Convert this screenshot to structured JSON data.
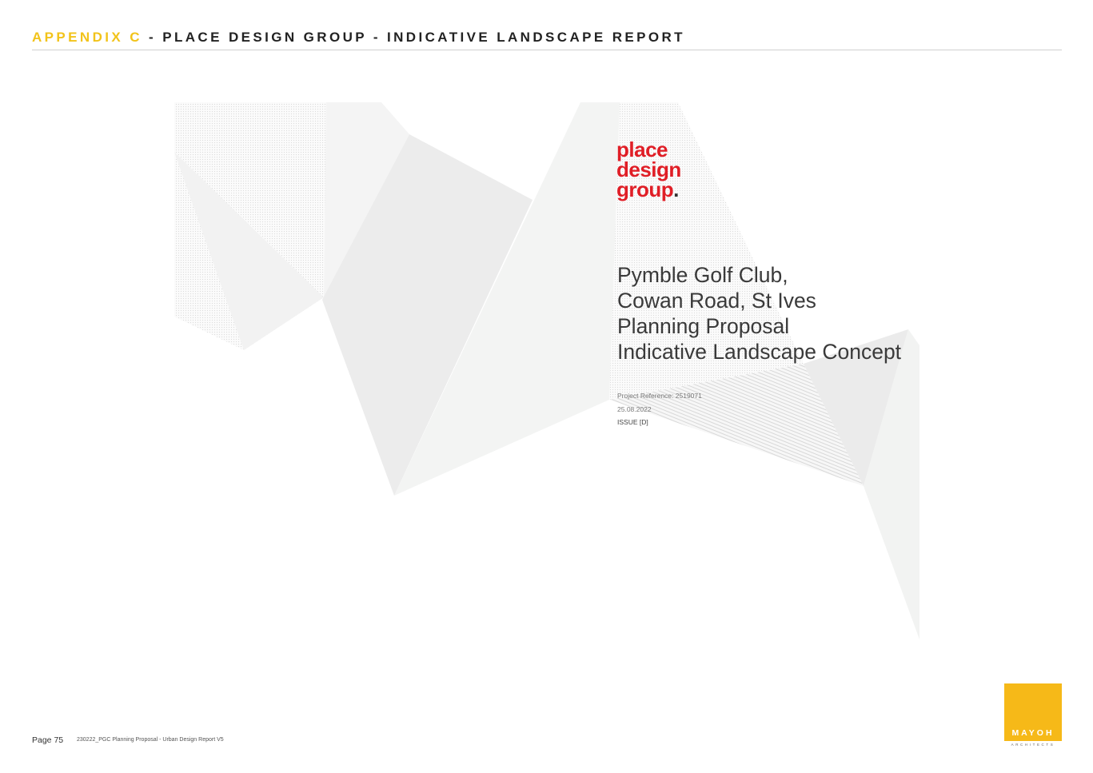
{
  "header": {
    "accent": "APPENDIX C",
    "title": " - PLACE DESIGN GROUP - INDICATIVE LANDSCAPE REPORT"
  },
  "logo": {
    "line1": "place",
    "line2": "design",
    "line3": "group",
    "dot": "."
  },
  "cover": {
    "title_lines": [
      "Pymble Golf Club,",
      "Cowan Road, St Ives",
      "Planning Proposal",
      "Indicative Landscape Concept"
    ],
    "project_reference": "Project Reference: 2519071",
    "date": "25.08.2022",
    "issue": "ISSUE [D]"
  },
  "footer": {
    "page": "Page 75",
    "document": "230222_PGC Planning Proposal - Urban Design Report V5"
  },
  "brand": {
    "name": "MAYOH",
    "sub": "ARCHITECTS"
  },
  "colors": {
    "accent": "#f2c31a",
    "logo_red": "#e01e26",
    "brand_yellow": "#f6b918"
  }
}
